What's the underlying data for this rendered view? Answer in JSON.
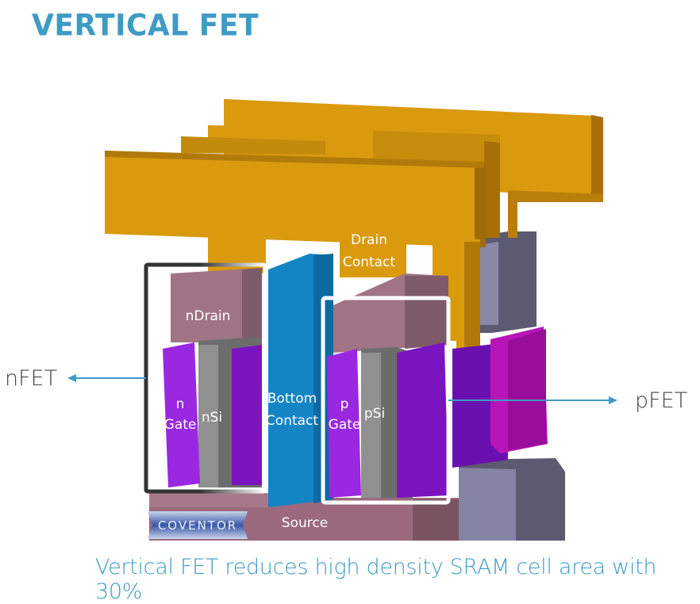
{
  "title": "VERTICAL FET",
  "caption": "Vertical FET reduces high density SRAM cell area with 30%",
  "callouts": {
    "left": "nFET",
    "right": "pFET"
  },
  "labels": {
    "drain_contact_line1": "Drain",
    "drain_contact_line2": "Contact",
    "n_drain": "nDrain",
    "n_gate_line1": "n",
    "n_gate_line2": "Gate",
    "n_si": "nSi",
    "bottom_contact_line1": "Bottom",
    "bottom_contact_line2": "Contact",
    "p_gate_line1": "p",
    "p_gate_line2": "Gate",
    "p_si": "pSi",
    "source": "Source"
  },
  "logo": "COVENTOR",
  "colors": {
    "accent": "#3e9bc4",
    "metal": "#d99a0e",
    "drain": "#a07484",
    "gate": "#8a1fd0",
    "silicon": "#8c8c8c",
    "bottom_contact": "#1484c4",
    "source": "#9a6a7c"
  }
}
